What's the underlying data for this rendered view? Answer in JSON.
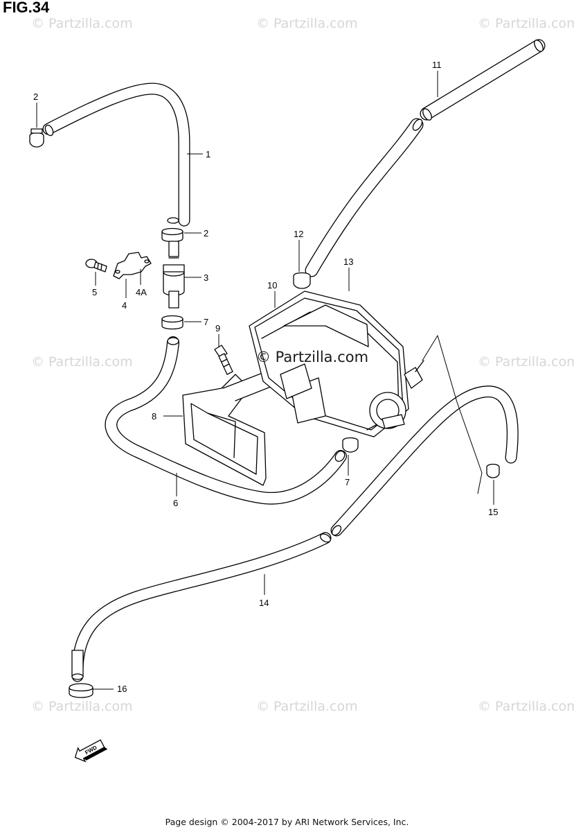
{
  "figure": {
    "title": "FIG.34"
  },
  "watermark": {
    "text": "© Partzilla.com",
    "center_text": "© Partzilla.com"
  },
  "callouts": [
    {
      "id": "c-1",
      "label": "1"
    },
    {
      "id": "c-2a",
      "label": "2"
    },
    {
      "id": "c-2b",
      "label": "2"
    },
    {
      "id": "c-3",
      "label": "3"
    },
    {
      "id": "c-4",
      "label": "4"
    },
    {
      "id": "c-4a",
      "label": "4A"
    },
    {
      "id": "c-5",
      "label": "5"
    },
    {
      "id": "c-6",
      "label": "6"
    },
    {
      "id": "c-7a",
      "label": "7"
    },
    {
      "id": "c-7b",
      "label": "7"
    },
    {
      "id": "c-8",
      "label": "8"
    },
    {
      "id": "c-9",
      "label": "9"
    },
    {
      "id": "c-10",
      "label": "10"
    },
    {
      "id": "c-11",
      "label": "11"
    },
    {
      "id": "c-12",
      "label": "12"
    },
    {
      "id": "c-13",
      "label": "13"
    },
    {
      "id": "c-14",
      "label": "14"
    },
    {
      "id": "c-15",
      "label": "15"
    },
    {
      "id": "c-16",
      "label": "16"
    }
  ],
  "fwd_label": "FWD",
  "footer": {
    "text": "Page design © 2004-2017 by ARI Network Services, Inc."
  }
}
